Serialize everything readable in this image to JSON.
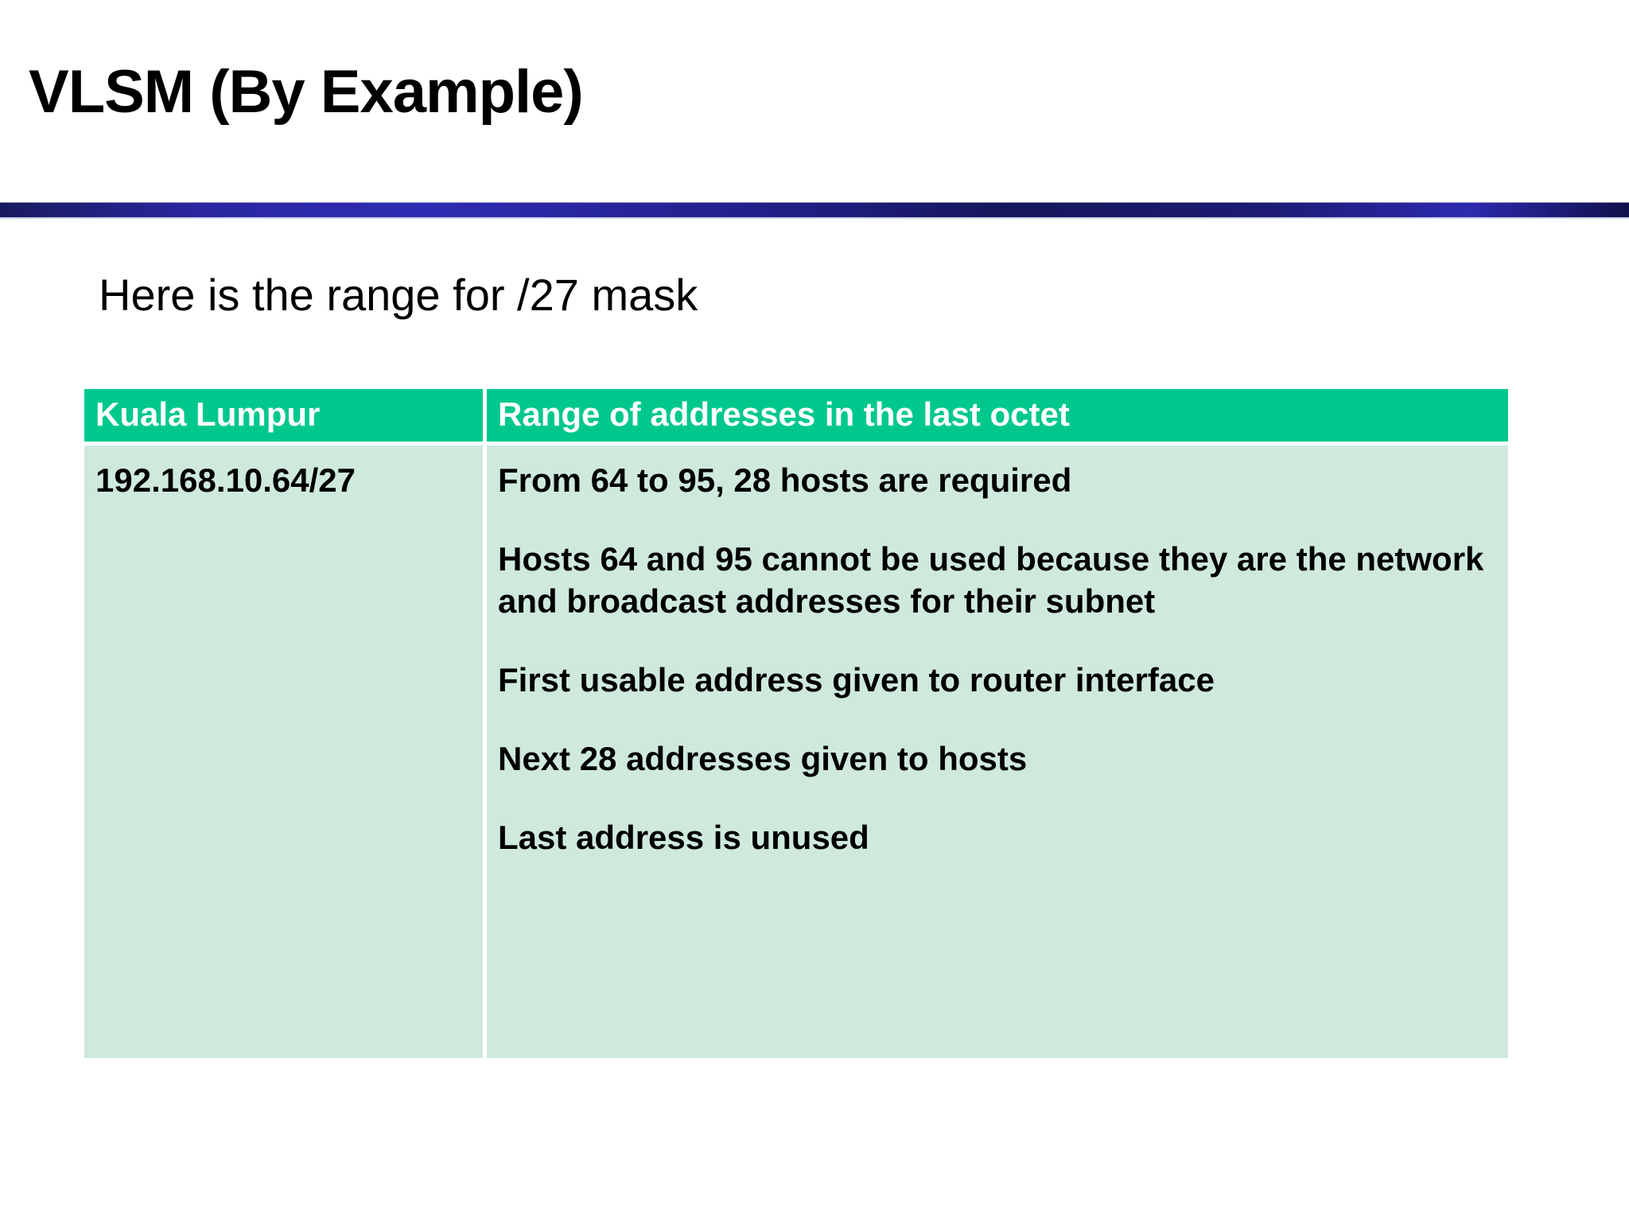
{
  "slide": {
    "title": "VLSM (By Example)",
    "subtitle": "Here is the range for /27 mask",
    "colors": {
      "title_text": "#000000",
      "rule_dark": "#11104a",
      "rule_light": "#2f2cb4",
      "table_header_bg": "#00c88c",
      "table_header_text": "#ffffff",
      "table_body_bg": "#cfe9dd",
      "table_body_text": "#000000",
      "page_bg": "#ffffff"
    }
  },
  "table": {
    "headers": [
      "Kuala Lumpur",
      "Range of addresses in the last octet"
    ],
    "rows": [
      {
        "subnet": "192.168.10.64/27",
        "notes": [
          "From 64 to 95, 28 hosts are required",
          "Hosts 64 and 95 cannot be used because they are the network and broadcast addresses for their subnet",
          "First usable address given to router interface",
          "Next 28 addresses given to hosts",
          "Last address is unused"
        ]
      }
    ]
  }
}
